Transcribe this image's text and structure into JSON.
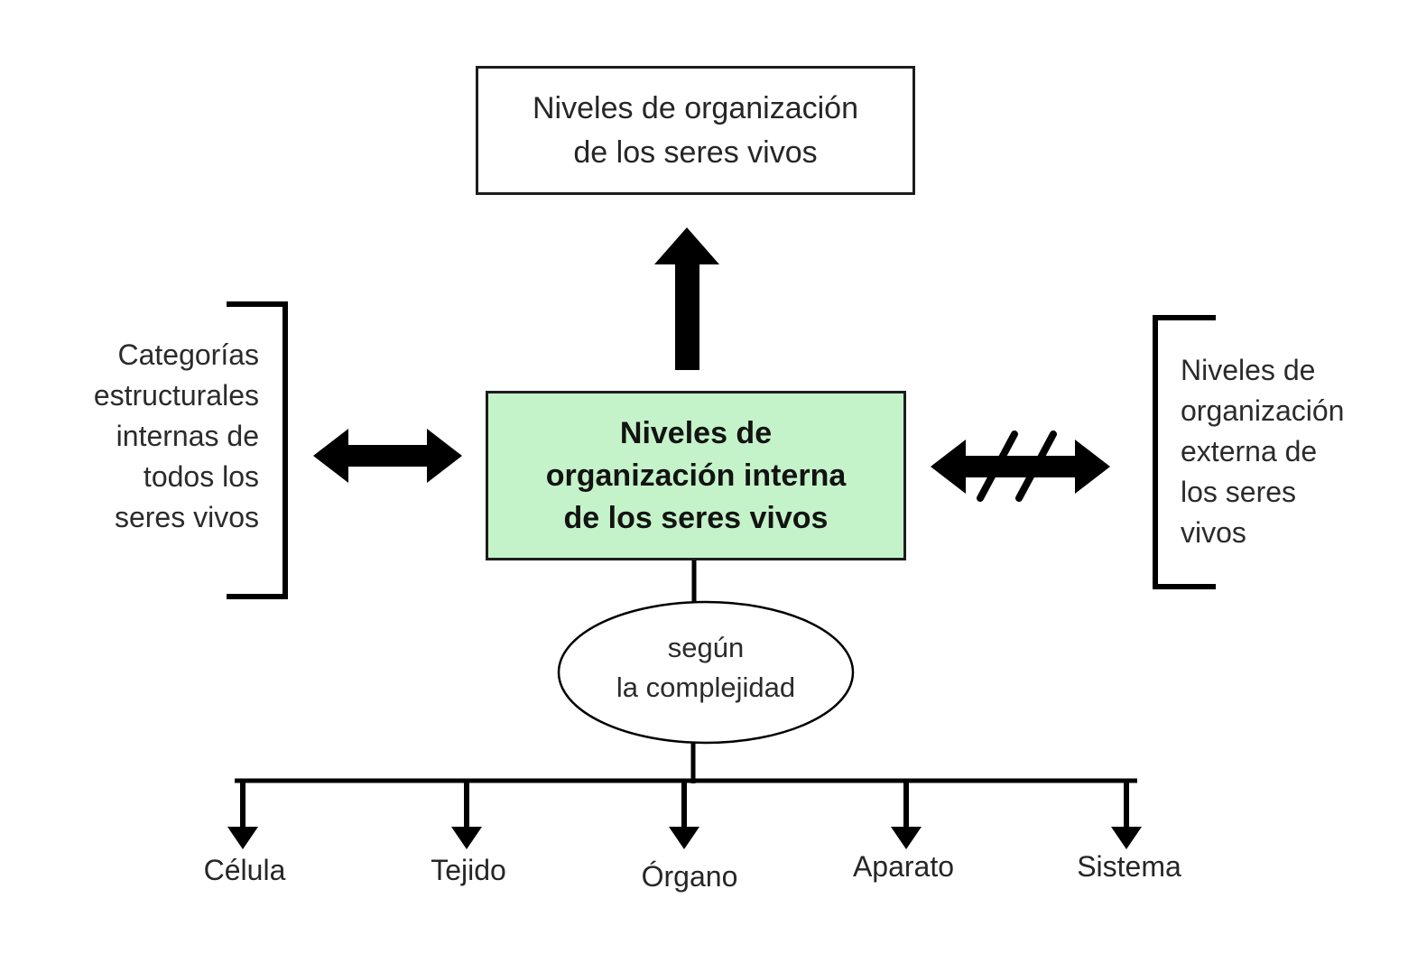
{
  "title_box": {
    "lines": [
      "Niveles de organización",
      "de los seres vivos"
    ]
  },
  "central_box": {
    "lines": [
      "Niveles de",
      "organización interna",
      "de los seres vivos"
    ],
    "fill": "#c5f3c9"
  },
  "left_note": {
    "lines": [
      "Categorías",
      "estructurales",
      "internas de",
      "todos los",
      "seres vivos"
    ]
  },
  "right_note": {
    "lines": [
      "Niveles de",
      "organización",
      "externa de",
      "los seres",
      "vivos"
    ]
  },
  "complexity_ellipse": {
    "lines": [
      "según",
      "la complejidad"
    ]
  },
  "levels": {
    "items": [
      "Célula",
      "Tejido",
      "Órgano",
      "Aparato",
      "Sistema"
    ]
  },
  "colors": {
    "line": "#000000",
    "text": "#2b2b2b",
    "central_box_fill": "#c5f3c9",
    "background": "#ffffff"
  },
  "icons": {
    "up_arrow": "thick-up-arrow",
    "left_arrow": "double-headed-arrow",
    "right_arrow": "double-headed-arrow-crossed-out",
    "down_arrow": "down-arrow",
    "left_bracket": "right-square-bracket",
    "right_bracket": "left-square-bracket"
  }
}
